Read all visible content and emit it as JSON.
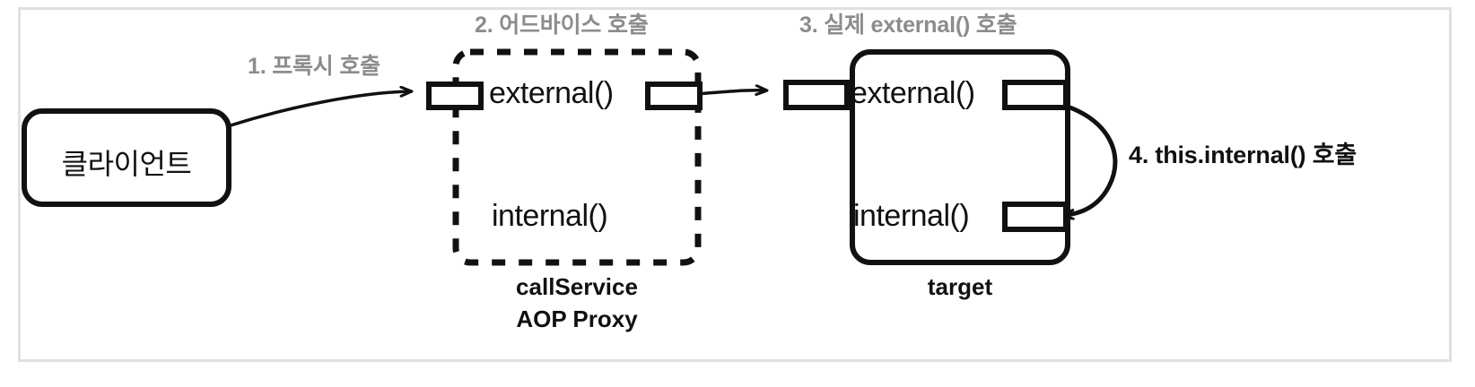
{
  "diagram": {
    "title_semantic": "spring-aop-self-invocation-diagram",
    "colors": {
      "frame_border": "#e0e0e0",
      "stroke": "#111111",
      "step_label": "#8c8c8c",
      "emphasis_label": "#111111",
      "background": "#ffffff"
    },
    "nodes": {
      "client": {
        "label": "클라이언트",
        "shape": "rounded-rect",
        "border": "solid"
      },
      "proxy": {
        "shape": "rounded-rect",
        "border": "dashed",
        "methods": [
          "external()",
          "internal()"
        ],
        "caption_line1": "callService",
        "caption_line2": "AOP Proxy"
      },
      "target": {
        "shape": "rounded-rect",
        "border": "solid",
        "methods": [
          "external()",
          "internal()"
        ],
        "caption": "target"
      }
    },
    "steps": [
      {
        "id": "step-1",
        "label": "1. 프록시 호출",
        "style": "gray",
        "from": "client",
        "to": "proxy.external()"
      },
      {
        "id": "step-2",
        "label": "2. 어드바이스 호출",
        "style": "gray",
        "target_node": "proxy"
      },
      {
        "id": "step-3",
        "label": "3. 실제 external() 호출",
        "style": "gray",
        "from": "proxy.external()",
        "to": "target.external()"
      },
      {
        "id": "step-4",
        "label": "4. this.internal() 호출",
        "style": "black-bold",
        "from": "target.external()",
        "to": "target.internal()"
      }
    ]
  }
}
